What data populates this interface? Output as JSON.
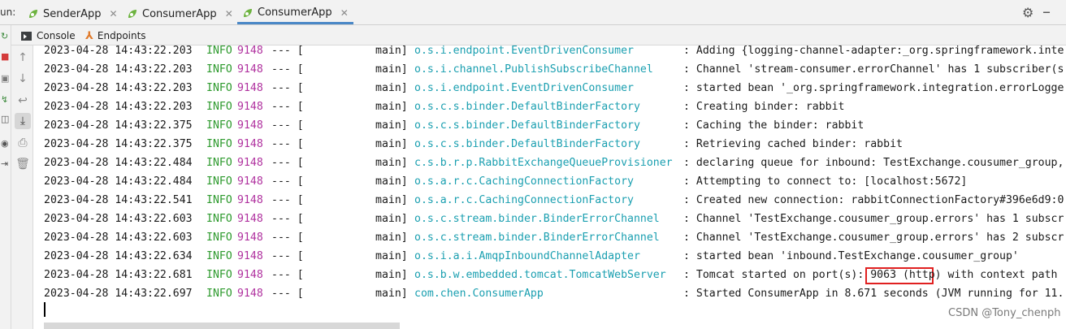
{
  "run_tabs": {
    "label": "un:",
    "tabs": [
      {
        "label": "SenderApp",
        "active": false
      },
      {
        "label": "ConsumerApp",
        "active": false
      },
      {
        "label": "ConsumerApp",
        "active": true
      }
    ],
    "close_glyph": "✕"
  },
  "toolbar": {
    "console_label": "Console",
    "endpoints_label": "Endpoints"
  },
  "colors": {
    "level": "#2e9a2e",
    "pid": "#b0329f",
    "logger": "#1a9fb0",
    "highlight": "#e02020"
  },
  "log": {
    "columns": [
      "timestamp",
      "level",
      "pid",
      "separator",
      "thread",
      "logger",
      "message"
    ],
    "rows": [
      {
        "ts": "2023-04-28 14:43:22.203",
        "level": "INFO",
        "pid": "9148",
        "sep": "--- [",
        "thread": "main]",
        "logger": "o.s.i.endpoint.EventDrivenConsumer",
        "msg": ": Adding {logging-channel-adapter:_org.springframework.inte"
      },
      {
        "ts": "2023-04-28 14:43:22.203",
        "level": "INFO",
        "pid": "9148",
        "sep": "--- [",
        "thread": "main]",
        "logger": "o.s.i.channel.PublishSubscribeChannel",
        "msg": ": Channel 'stream-consumer.errorChannel' has 1 subscriber(s"
      },
      {
        "ts": "2023-04-28 14:43:22.203",
        "level": "INFO",
        "pid": "9148",
        "sep": "--- [",
        "thread": "main]",
        "logger": "o.s.i.endpoint.EventDrivenConsumer",
        "msg": ": started bean '_org.springframework.integration.errorLogge"
      },
      {
        "ts": "2023-04-28 14:43:22.203",
        "level": "INFO",
        "pid": "9148",
        "sep": "--- [",
        "thread": "main]",
        "logger": "o.s.c.s.binder.DefaultBinderFactory",
        "msg": ": Creating binder: rabbit"
      },
      {
        "ts": "2023-04-28 14:43:22.375",
        "level": "INFO",
        "pid": "9148",
        "sep": "--- [",
        "thread": "main]",
        "logger": "o.s.c.s.binder.DefaultBinderFactory",
        "msg": ": Caching the binder: rabbit"
      },
      {
        "ts": "2023-04-28 14:43:22.375",
        "level": "INFO",
        "pid": "9148",
        "sep": "--- [",
        "thread": "main]",
        "logger": "o.s.c.s.binder.DefaultBinderFactory",
        "msg": ": Retrieving cached binder: rabbit"
      },
      {
        "ts": "2023-04-28 14:43:22.484",
        "level": "INFO",
        "pid": "9148",
        "sep": "--- [",
        "thread": "main]",
        "logger": "c.s.b.r.p.RabbitExchangeQueueProvisioner",
        "msg": ": declaring queue for inbound: TestExchange.cousumer_group,"
      },
      {
        "ts": "2023-04-28 14:43:22.484",
        "level": "INFO",
        "pid": "9148",
        "sep": "--- [",
        "thread": "main]",
        "logger": "o.s.a.r.c.CachingConnectionFactory",
        "msg": ": Attempting to connect to: [localhost:5672]"
      },
      {
        "ts": "2023-04-28 14:43:22.541",
        "level": "INFO",
        "pid": "9148",
        "sep": "--- [",
        "thread": "main]",
        "logger": "o.s.a.r.c.CachingConnectionFactory",
        "msg": ": Created new connection: rabbitConnectionFactory#396e6d9:0"
      },
      {
        "ts": "2023-04-28 14:43:22.603",
        "level": "INFO",
        "pid": "9148",
        "sep": "--- [",
        "thread": "main]",
        "logger": "o.s.c.stream.binder.BinderErrorChannel",
        "msg": ": Channel 'TestExchange.cousumer_group.errors' has 1 subscr"
      },
      {
        "ts": "2023-04-28 14:43:22.603",
        "level": "INFO",
        "pid": "9148",
        "sep": "--- [",
        "thread": "main]",
        "logger": "o.s.c.stream.binder.BinderErrorChannel",
        "msg": ": Channel 'TestExchange.cousumer_group.errors' has 2 subscr"
      },
      {
        "ts": "2023-04-28 14:43:22.634",
        "level": "INFO",
        "pid": "9148",
        "sep": "--- [",
        "thread": "main]",
        "logger": "o.s.i.a.i.AmqpInboundChannelAdapter",
        "msg": ": started bean 'inbound.TestExchange.cousumer_group'"
      },
      {
        "ts": "2023-04-28 14:43:22.681",
        "level": "INFO",
        "pid": "9148",
        "sep": "--- [",
        "thread": "main]",
        "logger": "o.s.b.w.embedded.tomcat.TomcatWebServer",
        "msg": ": Tomcat started on port(s): 9063 (http) with context path"
      },
      {
        "ts": "2023-04-28 14:43:22.697",
        "level": "INFO",
        "pid": "9148",
        "sep": "--- [",
        "thread": "main]",
        "logger": "com.chen.ConsumerApp",
        "msg": ": Started ConsumerApp in 8.671 seconds (JVM running for 11."
      }
    ]
  },
  "watermark": "CSDN @Tony_chenph"
}
